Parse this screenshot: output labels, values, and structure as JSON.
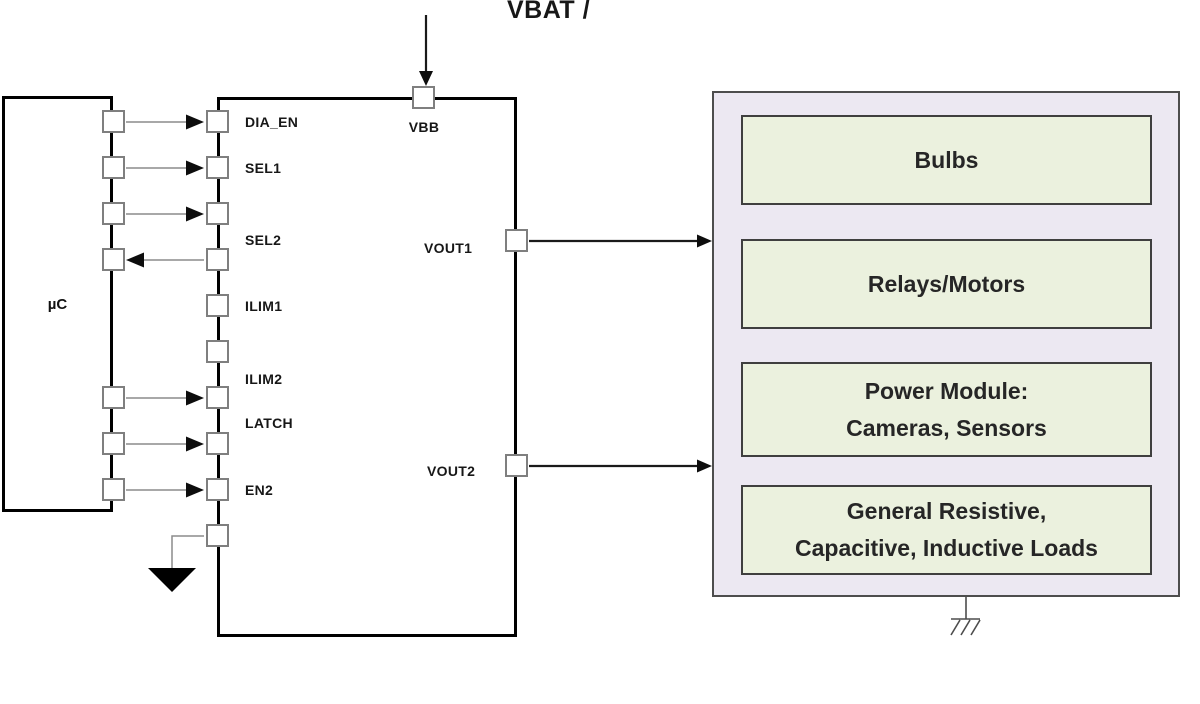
{
  "supply": {
    "label": "VBAT /"
  },
  "mcu": {
    "label": "µC"
  },
  "ic": {
    "top_pin": {
      "label": "VBB"
    },
    "left_pins": [
      {
        "label": "DIA_EN"
      },
      {
        "label": "SEL1"
      },
      {
        "label": "SEL2"
      },
      {
        "label": "ILIM1"
      },
      {
        "label": "ILIM2"
      },
      {
        "label": "LATCH"
      },
      {
        "label": "EN2"
      }
    ],
    "right_pins": [
      {
        "label": "VOUT1"
      },
      {
        "label": "VOUT2"
      }
    ]
  },
  "loads": {
    "items": [
      {
        "line1": "Bulbs",
        "line2": ""
      },
      {
        "line1": "Relays/Motors",
        "line2": ""
      },
      {
        "line1": "Power Module:",
        "line2": "Cameras, Sensors"
      },
      {
        "line1": "General Resistive,",
        "line2": "Capacitive, Inductive Loads"
      }
    ]
  },
  "colors": {
    "background": "#ffffff",
    "chip_border": "#000000",
    "pin_border": "#7f7f7f",
    "signal_line": "#8c8c8c",
    "power_line": "#1a1a1a",
    "loads_panel_fill": "#ece8f2",
    "loads_panel_border": "#4d4d4d",
    "load_box_fill": "#ebf1de",
    "load_box_border": "#3f3f3f"
  }
}
